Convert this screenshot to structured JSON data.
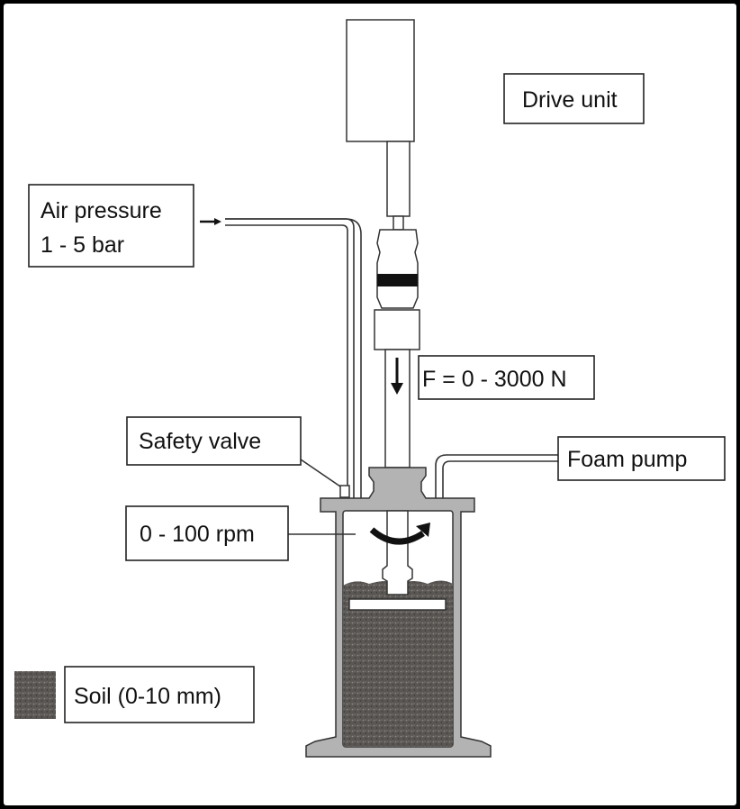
{
  "title": "Soil conditioning test apparatus",
  "labels": {
    "drive_unit": "Drive unit",
    "air_pressure_line1": "Air pressure",
    "air_pressure_line2": "1 - 5 bar",
    "force": "F = 0 - 3000 N",
    "safety_valve": "Safety valve",
    "foam_pump": "Foam pump",
    "rpm": "0 - 100 rpm",
    "soil_legend": "Soil (0-10 mm)"
  },
  "colors": {
    "soil": "#5a5653",
    "steel": "#b3b3b3",
    "frame": "#000000"
  }
}
